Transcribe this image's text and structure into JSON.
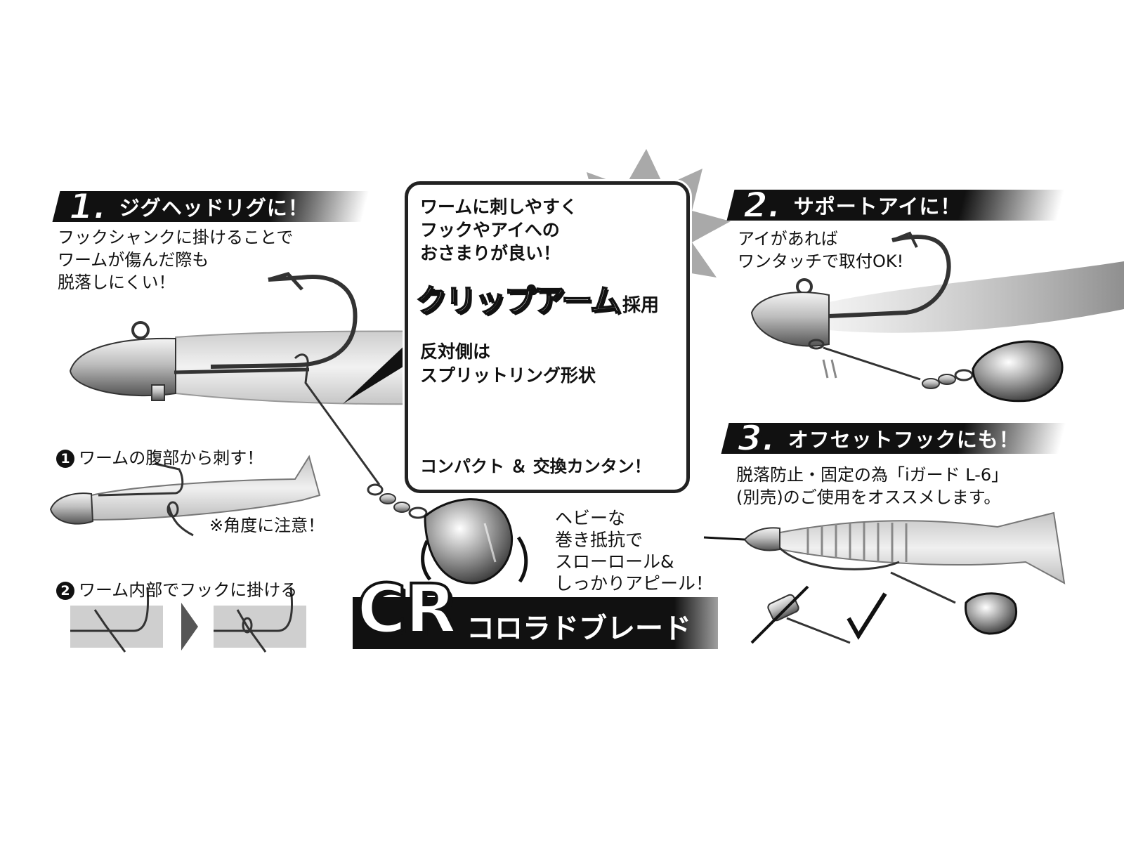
{
  "section1": {
    "number": "1.",
    "title": "ジグヘッドリグに！",
    "description": "フックシャンクに掛けることで\nワームが傷んだ際も\n脱落しにくい！",
    "step1_num": "1",
    "step1": "ワームの腹部から刺す！",
    "step1_note": "※角度に注意！",
    "step2_num": "2",
    "step2": "ワーム内部でフックに掛ける"
  },
  "center_box": {
    "lead": "ワームに刺しやすく\nフックやアイへの\nおさまりが良い！",
    "feature": "クリップアーム",
    "feature_suffix": "採用",
    "other_side": "反対側は\nスプリットリング形状",
    "bottom": "コンパクト ＆ 交換カンタン！"
  },
  "blade": {
    "callout": "ヘビーな\n巻き抵抗で\nスローロール&\nしっかりアピール！",
    "code": "CR",
    "name": "コロラドブレード"
  },
  "section2": {
    "number": "2.",
    "title": "サポートアイに！",
    "description": "アイがあれば\nワンタッチで取付OK!"
  },
  "section3": {
    "number": "3.",
    "title": "オフセットフックにも！",
    "description": "脱落防止・固定の為「iガード L-6」\n(別売)のご使用をオススメします。"
  },
  "colors": {
    "ink": "#111111",
    "gray": "#9a9a9a",
    "light": "#d6d6d6",
    "paper": "#ffffff"
  },
  "icons": [
    "jighead-icon",
    "hook-icon",
    "worm-icon",
    "colorado-blade-icon",
    "swivel-icon",
    "clip-arm-icon",
    "starburst-icon",
    "arrow-icon"
  ]
}
